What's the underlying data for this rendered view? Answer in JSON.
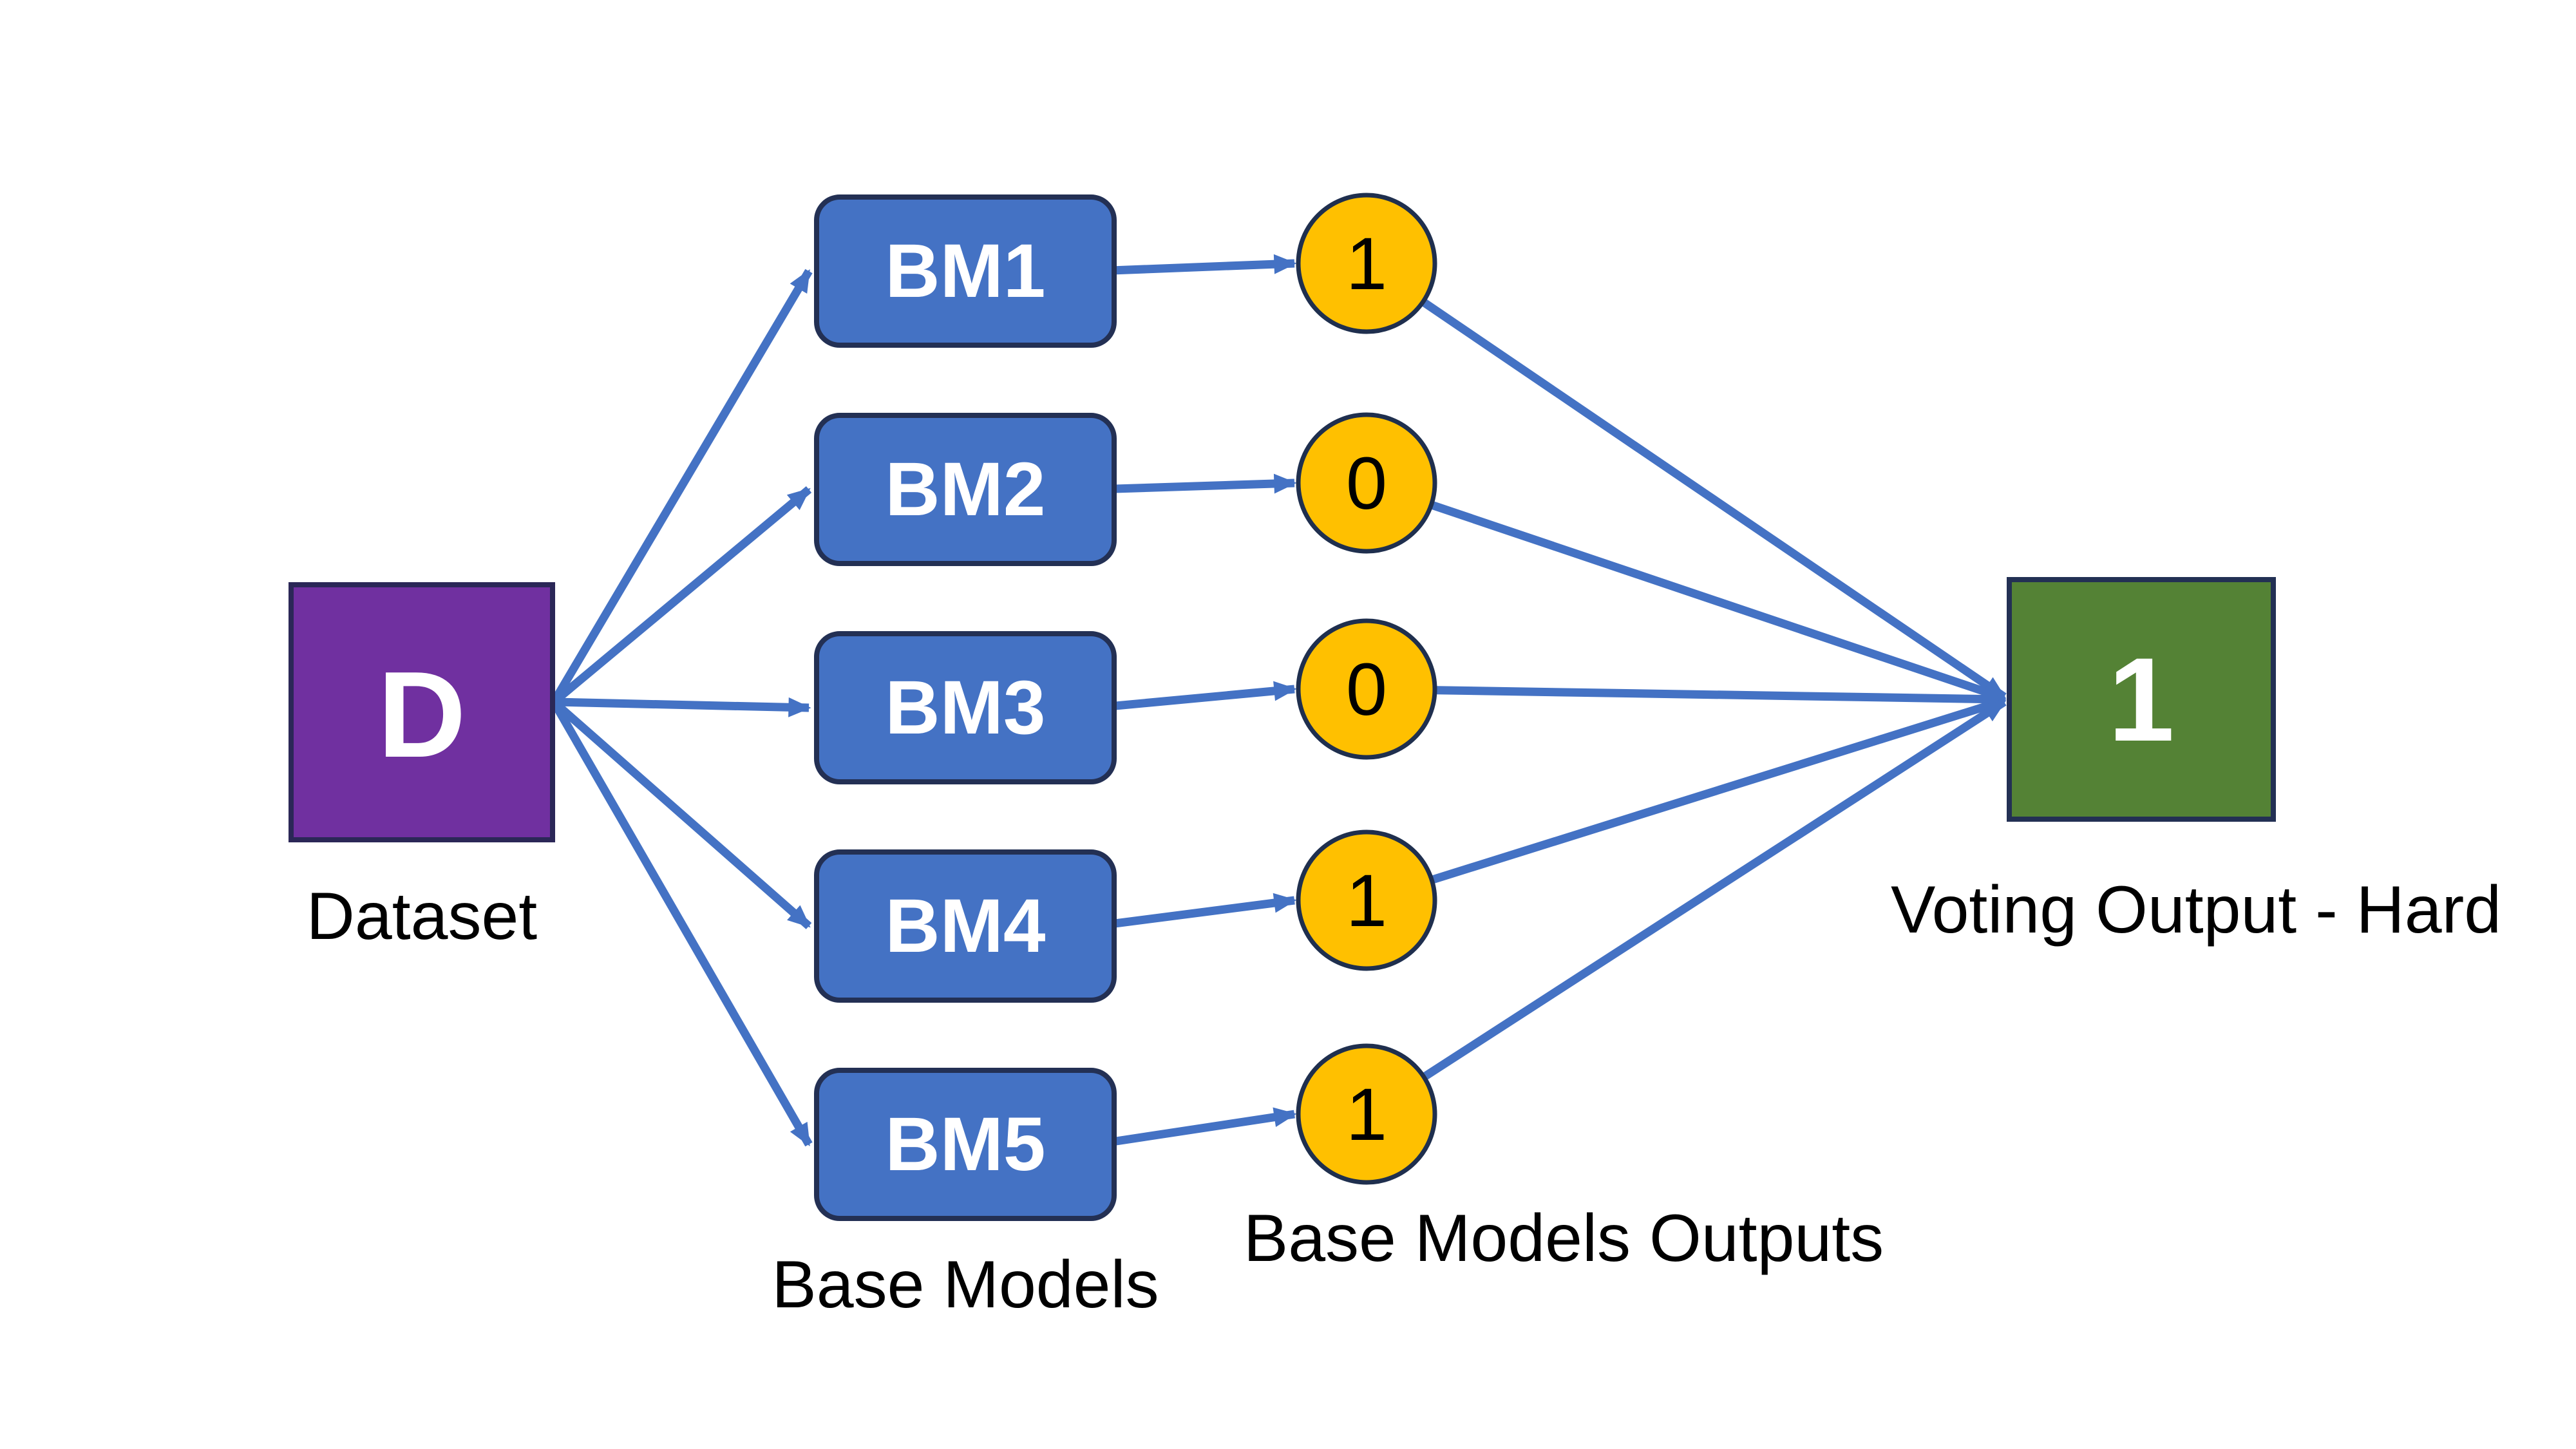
{
  "dataset": {
    "label": "D",
    "caption": "Dataset"
  },
  "models": {
    "caption": "Base Models",
    "items": [
      {
        "label": "BM1"
      },
      {
        "label": "BM2"
      },
      {
        "label": "BM3"
      },
      {
        "label": "BM4"
      },
      {
        "label": "BM5"
      }
    ]
  },
  "outputs": {
    "caption": "Base Models Outputs",
    "values": [
      "1",
      "0",
      "0",
      "1",
      "1"
    ]
  },
  "voting": {
    "label": "1",
    "caption": "Voting Output - Hard"
  },
  "colors": {
    "dataset_fill": "#7030A0",
    "model_fill": "#4472C4",
    "output_fill": "#FFC000",
    "voting_fill": "#548235",
    "arrow": "#4472C4",
    "border": "#233054",
    "text_light": "#FFFFFF",
    "text_dark": "#000000"
  }
}
